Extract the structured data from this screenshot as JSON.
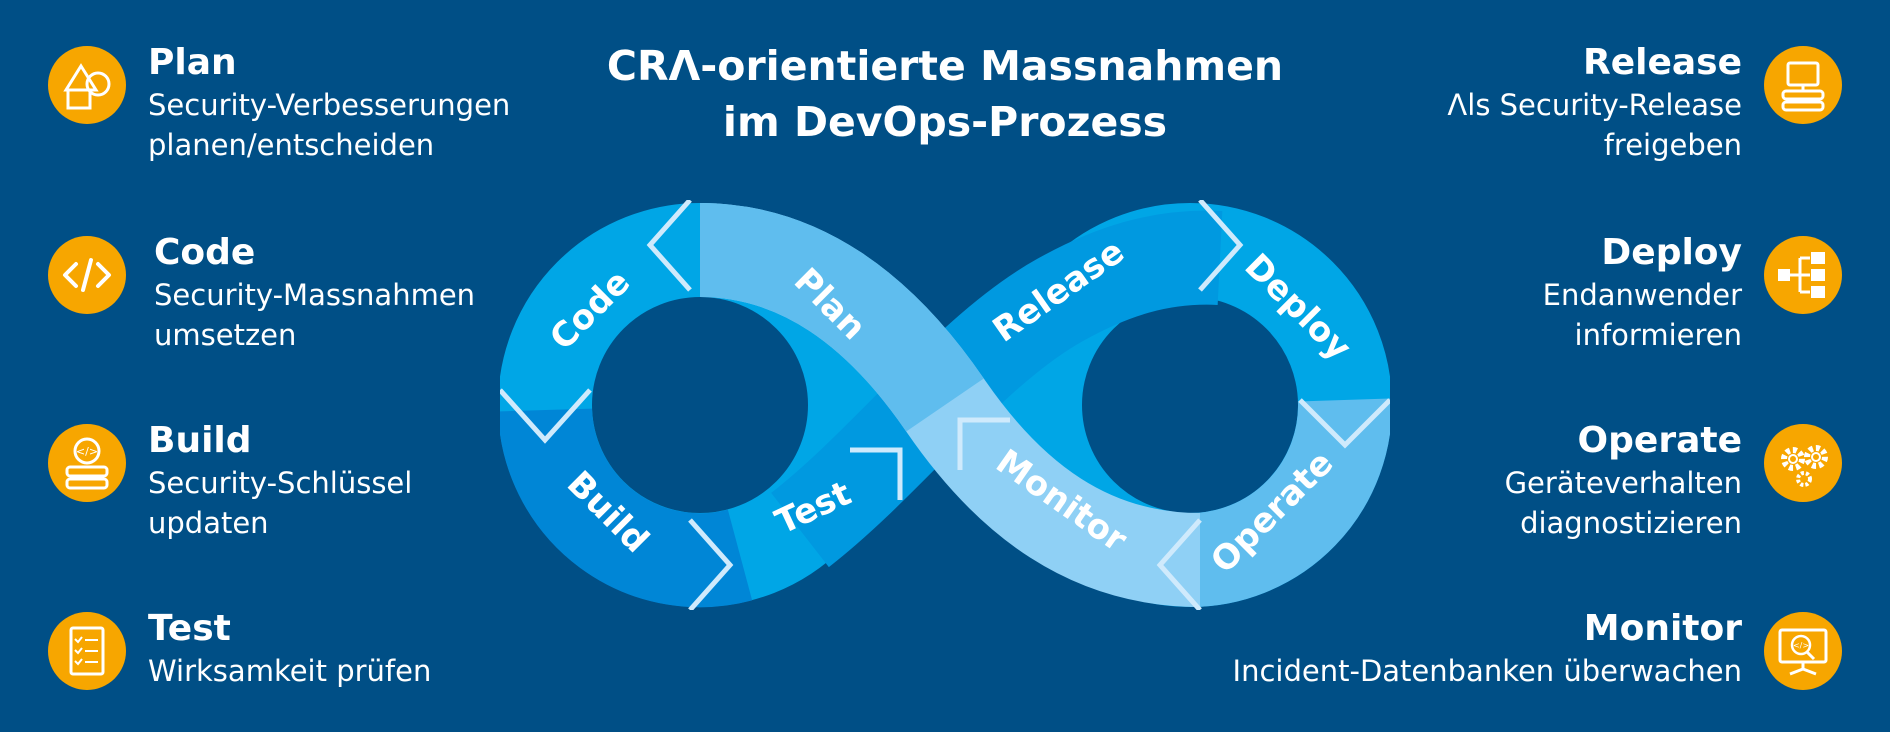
{
  "title": {
    "line1": "CRΛ-orientierte Massnahmen",
    "line2": "im DevOps-Prozess"
  },
  "left_steps": [
    {
      "name": "Plan",
      "desc1": "Security-Verbesserungen",
      "desc2": "planen/entscheiden",
      "icon": "shapes-icon"
    },
    {
      "name": "Code",
      "desc1": "Security-Massnahmen",
      "desc2": "umsetzen",
      "icon": "code-icon"
    },
    {
      "name": "Build",
      "desc1": "Security-Schlüssel",
      "desc2": "updaten",
      "icon": "build-server-icon"
    },
    {
      "name": "Test",
      "desc1": "Wirksamkeit prüfen",
      "desc2": "",
      "icon": "checklist-icon"
    }
  ],
  "right_steps": [
    {
      "name": "Release",
      "desc1": "Λls Security-Release",
      "desc2": "freigeben",
      "icon": "release-server-icon"
    },
    {
      "name": "Deploy",
      "desc1": "Endanwender",
      "desc2": "informieren",
      "icon": "network-tree-icon"
    },
    {
      "name": "Operate",
      "desc1": "Geräteverhalten",
      "desc2": "diagnostizieren",
      "icon": "gears-icon"
    },
    {
      "name": "Monitor",
      "desc1": "Incident-Datenbanken überwachen",
      "desc2": "",
      "icon": "monitor-search-icon"
    }
  ],
  "loop_labels": {
    "code": "Code",
    "build": "Build",
    "test": "Test",
    "plan": "Plan",
    "release": "Release",
    "deploy": "Deploy",
    "operate": "Operate",
    "monitor": "Monitor"
  },
  "colors": {
    "background": "#004f86",
    "icon_circle": "#f7a600",
    "loop_dark": "#0086d6",
    "loop_mid": "#00a6e6",
    "loop_light": "#5fbdee",
    "loop_lighter": "#8fd0f5"
  }
}
